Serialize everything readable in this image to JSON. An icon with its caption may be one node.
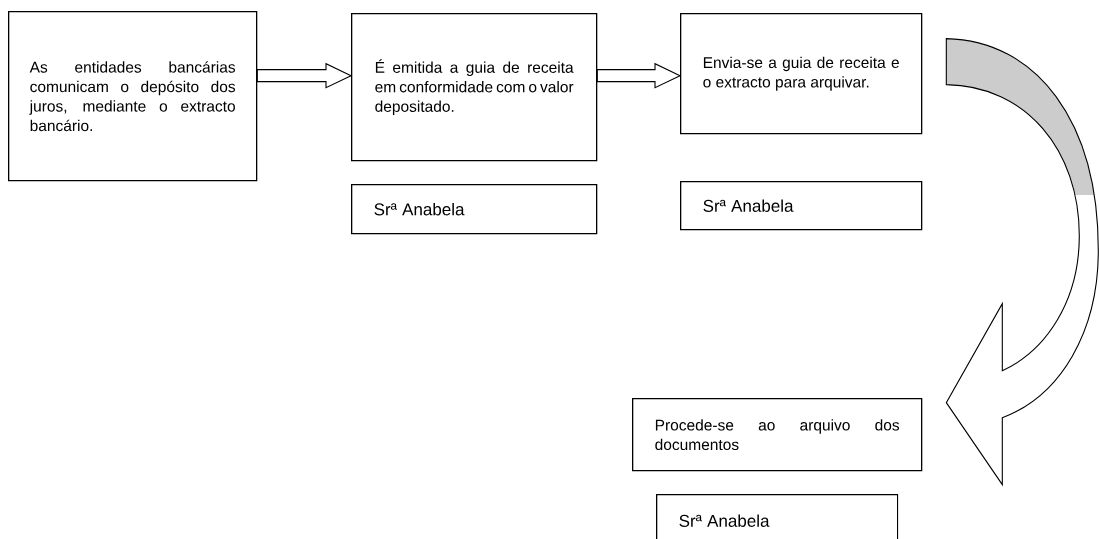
{
  "diagram": {
    "nodes": [
      {
        "text": [
          "As entidades bancárias comunicam o depósito dos juros, mediante o extracto bancário."
        ]
      },
      {
        "text": [
          "É emitida a guia de receita em conformidade com o valor depositado."
        ]
      },
      {
        "text": [
          "Srª Anabela"
        ]
      },
      {
        "text": [
          "Envia-se a guia de receita e o extracto para arquivar."
        ]
      },
      {
        "text": [
          "Srª Anabela"
        ]
      },
      {
        "text": [
          "Procede-se ao arquivo dos documentos"
        ]
      },
      {
        "text": [
          "Srª Anabela"
        ]
      }
    ],
    "edges": [
      {
        "from": 0,
        "to": 1,
        "arrow": "to"
      },
      {
        "from": 1,
        "to": 3,
        "arrow": "to"
      },
      {
        "from": 3,
        "to": 5,
        "arrow": "to"
      }
    ]
  }
}
